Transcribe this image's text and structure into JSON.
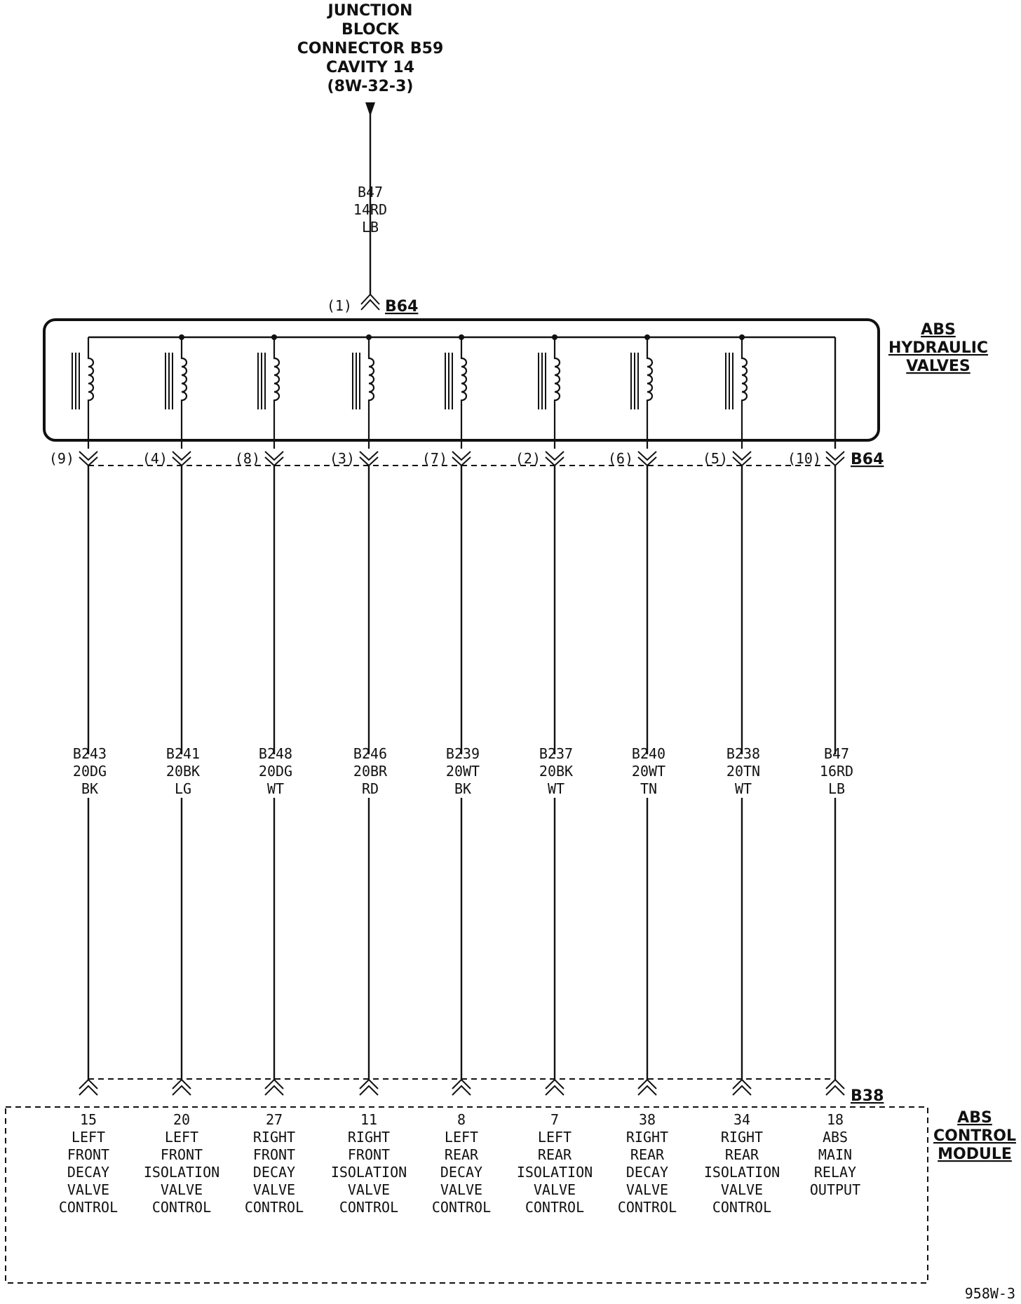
{
  "source": {
    "lines": [
      "JUNCTION",
      "BLOCK",
      "CONNECTOR B59",
      "CAVITY 14",
      "(8W-32-3)"
    ],
    "wire_lines": [
      "B47",
      "14RD",
      "LB"
    ],
    "pin": "(1)",
    "connector": "B64"
  },
  "valves_block": {
    "label_lines": [
      "ABS",
      "HYDRAULIC",
      "VALVES"
    ]
  },
  "b64_bottom": {
    "connector": "B64"
  },
  "b38": {
    "connector": "B38"
  },
  "module": {
    "label_lines": [
      "ABS",
      "CONTROL",
      "MODULE"
    ]
  },
  "circuits": [
    {
      "b64_pin": "(9)",
      "wire": [
        "B243",
        "20DG",
        "BK"
      ],
      "b38_pin": "15",
      "function": [
        "LEFT",
        "FRONT",
        "DECAY",
        "VALVE",
        "CONTROL"
      ]
    },
    {
      "b64_pin": "(4)",
      "wire": [
        "B241",
        "20BK",
        "LG"
      ],
      "b38_pin": "20",
      "function": [
        "LEFT",
        "FRONT",
        "ISOLATION",
        "VALVE",
        "CONTROL"
      ]
    },
    {
      "b64_pin": "(8)",
      "wire": [
        "B248",
        "20DG",
        "WT"
      ],
      "b38_pin": "27",
      "function": [
        "RIGHT",
        "FRONT",
        "DECAY",
        "VALVE",
        "CONTROL"
      ]
    },
    {
      "b64_pin": "(3)",
      "wire": [
        "B246",
        "20BR",
        "RD"
      ],
      "b38_pin": "11",
      "function": [
        "RIGHT",
        "FRONT",
        "ISOLATION",
        "VALVE",
        "CONTROL"
      ]
    },
    {
      "b64_pin": "(7)",
      "wire": [
        "B239",
        "20WT",
        "BK"
      ],
      "b38_pin": "8",
      "function": [
        "LEFT",
        "REAR",
        "DECAY",
        "VALVE",
        "CONTROL"
      ]
    },
    {
      "b64_pin": "(2)",
      "wire": [
        "B237",
        "20BK",
        "WT"
      ],
      "b38_pin": "7",
      "function": [
        "LEFT",
        "REAR",
        "ISOLATION",
        "VALVE",
        "CONTROL"
      ]
    },
    {
      "b64_pin": "(6)",
      "wire": [
        "B240",
        "20WT",
        "TN"
      ],
      "b38_pin": "38",
      "function": [
        "RIGHT",
        "REAR",
        "DECAY",
        "VALVE",
        "CONTROL"
      ]
    },
    {
      "b64_pin": "(5)",
      "wire": [
        "B238",
        "20TN",
        "WT"
      ],
      "b38_pin": "34",
      "function": [
        "RIGHT",
        "REAR",
        "ISOLATION",
        "VALVE",
        "CONTROL"
      ]
    },
    {
      "b64_pin": "(10)",
      "wire": [
        "B47",
        "16RD",
        "LB"
      ],
      "b38_pin": "18",
      "function": [
        "ABS",
        "MAIN",
        "RELAY",
        "OUTPUT"
      ]
    }
  ],
  "footer": {
    "code": "958W-3"
  }
}
